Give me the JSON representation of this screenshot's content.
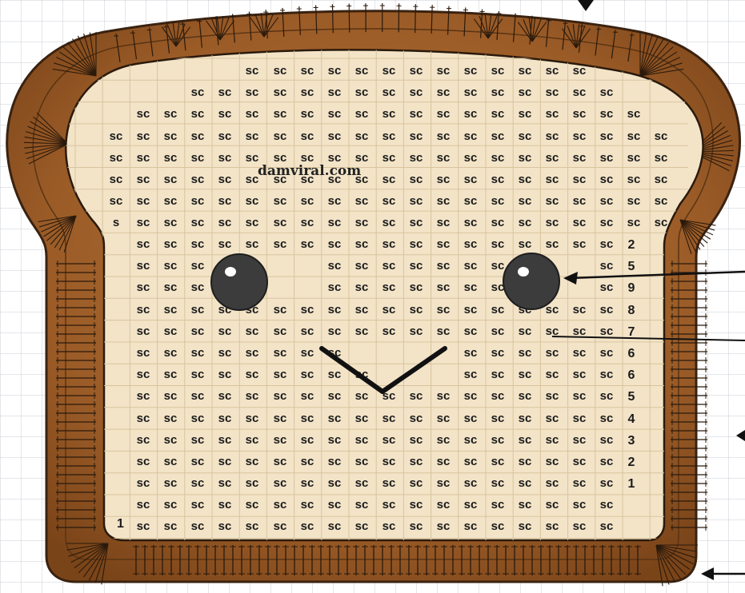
{
  "stitch": "sc",
  "stitch_short": "s",
  "watermark": "damviral.com",
  "corner_number": "1",
  "row_numbers": [
    "2",
    "5",
    "9",
    "8",
    "7",
    "6",
    "6",
    "5",
    "4",
    "3",
    "2",
    "1"
  ],
  "colors": {
    "grid_line": "#c9ccd6",
    "crust_outer": "#8a4f22",
    "crust_mid": "#a8672f",
    "crust_edge": "#3a2210",
    "bread": "#f3e4c8",
    "bread_cell": "#d9c39d",
    "stitch_line": "#2a1a0c",
    "eye": "#3c3c3c",
    "mouth": "#111111"
  },
  "icons": [
    "left-eye-icon",
    "right-eye-icon",
    "smile-mouth-icon",
    "pointer-arrow-icon"
  ]
}
